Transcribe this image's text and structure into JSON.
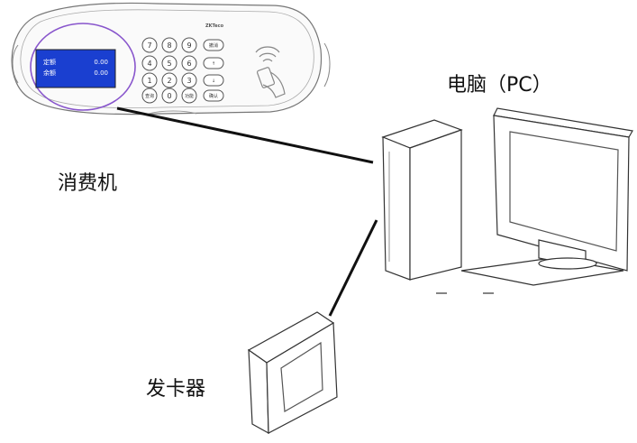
{
  "labels": {
    "pc": "电脑（PC）",
    "terminal": "消费机",
    "card_issuer": "发卡器"
  },
  "terminal": {
    "brand": "ZKTeco",
    "screen": {
      "row1_label": "定额",
      "row1_value": "0.00",
      "row2_label": "余额",
      "row2_value": "0.00"
    },
    "keys": {
      "k7": "7",
      "k8": "8",
      "k9": "9",
      "cancel": "撤消",
      "k4": "4",
      "k5": "5",
      "k6": "6",
      "up": "↑",
      "k1": "1",
      "k2": "2",
      "k3": "3",
      "down": "↓",
      "query": "查询",
      "k0": "0",
      "function": "功能",
      "confirm": "确认"
    }
  },
  "colors": {
    "line": "#111111",
    "outline": "#333333",
    "screen_bg": "#1a3fd0",
    "screen_frame": "#8855cc"
  }
}
